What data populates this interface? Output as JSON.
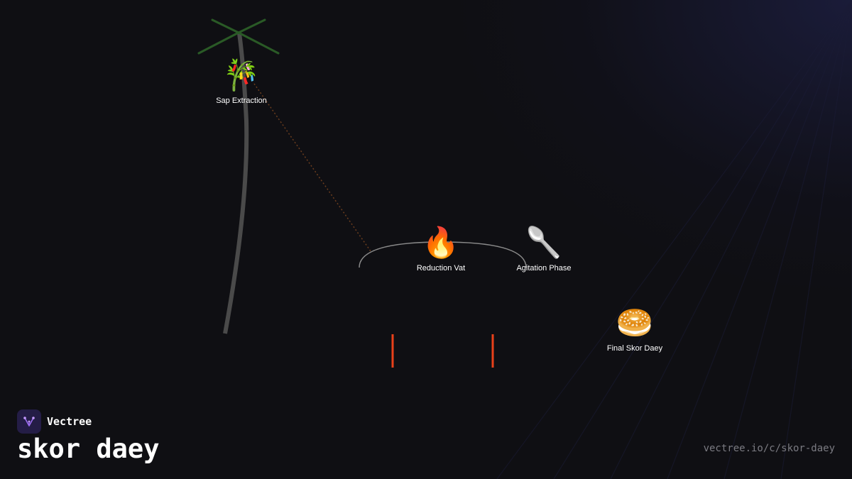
{
  "brand": {
    "name": "Vectree",
    "logo_icon": "vectree-logo-icon",
    "accent_color": "#241d46"
  },
  "page": {
    "title": "skor daey",
    "url": "vectree.io/c/skor-daey"
  },
  "diagram": {
    "nodes": [
      {
        "id": "sap-extraction",
        "label": "Sap Extraction",
        "icon": "palm-sap-icon",
        "emoji": "🎋"
      },
      {
        "id": "reduction-vat",
        "label": "Reduction Vat",
        "icon": "fire-icon",
        "emoji": "🔥"
      },
      {
        "id": "agitation-phase",
        "label": "Agitation Phase",
        "icon": "spoon-icon",
        "emoji": "🥄"
      },
      {
        "id": "final-skor-daey",
        "label": "Final Skor Daey",
        "icon": "bagel-icon",
        "emoji": "🥯"
      }
    ],
    "colors": {
      "palm_trunk": "#4a4a4a",
      "palm_fronds": "#2a5a26",
      "sap_line": "#6b3d1e",
      "vat_rim": "#8a8a8a",
      "flames": "#e8401a"
    }
  }
}
